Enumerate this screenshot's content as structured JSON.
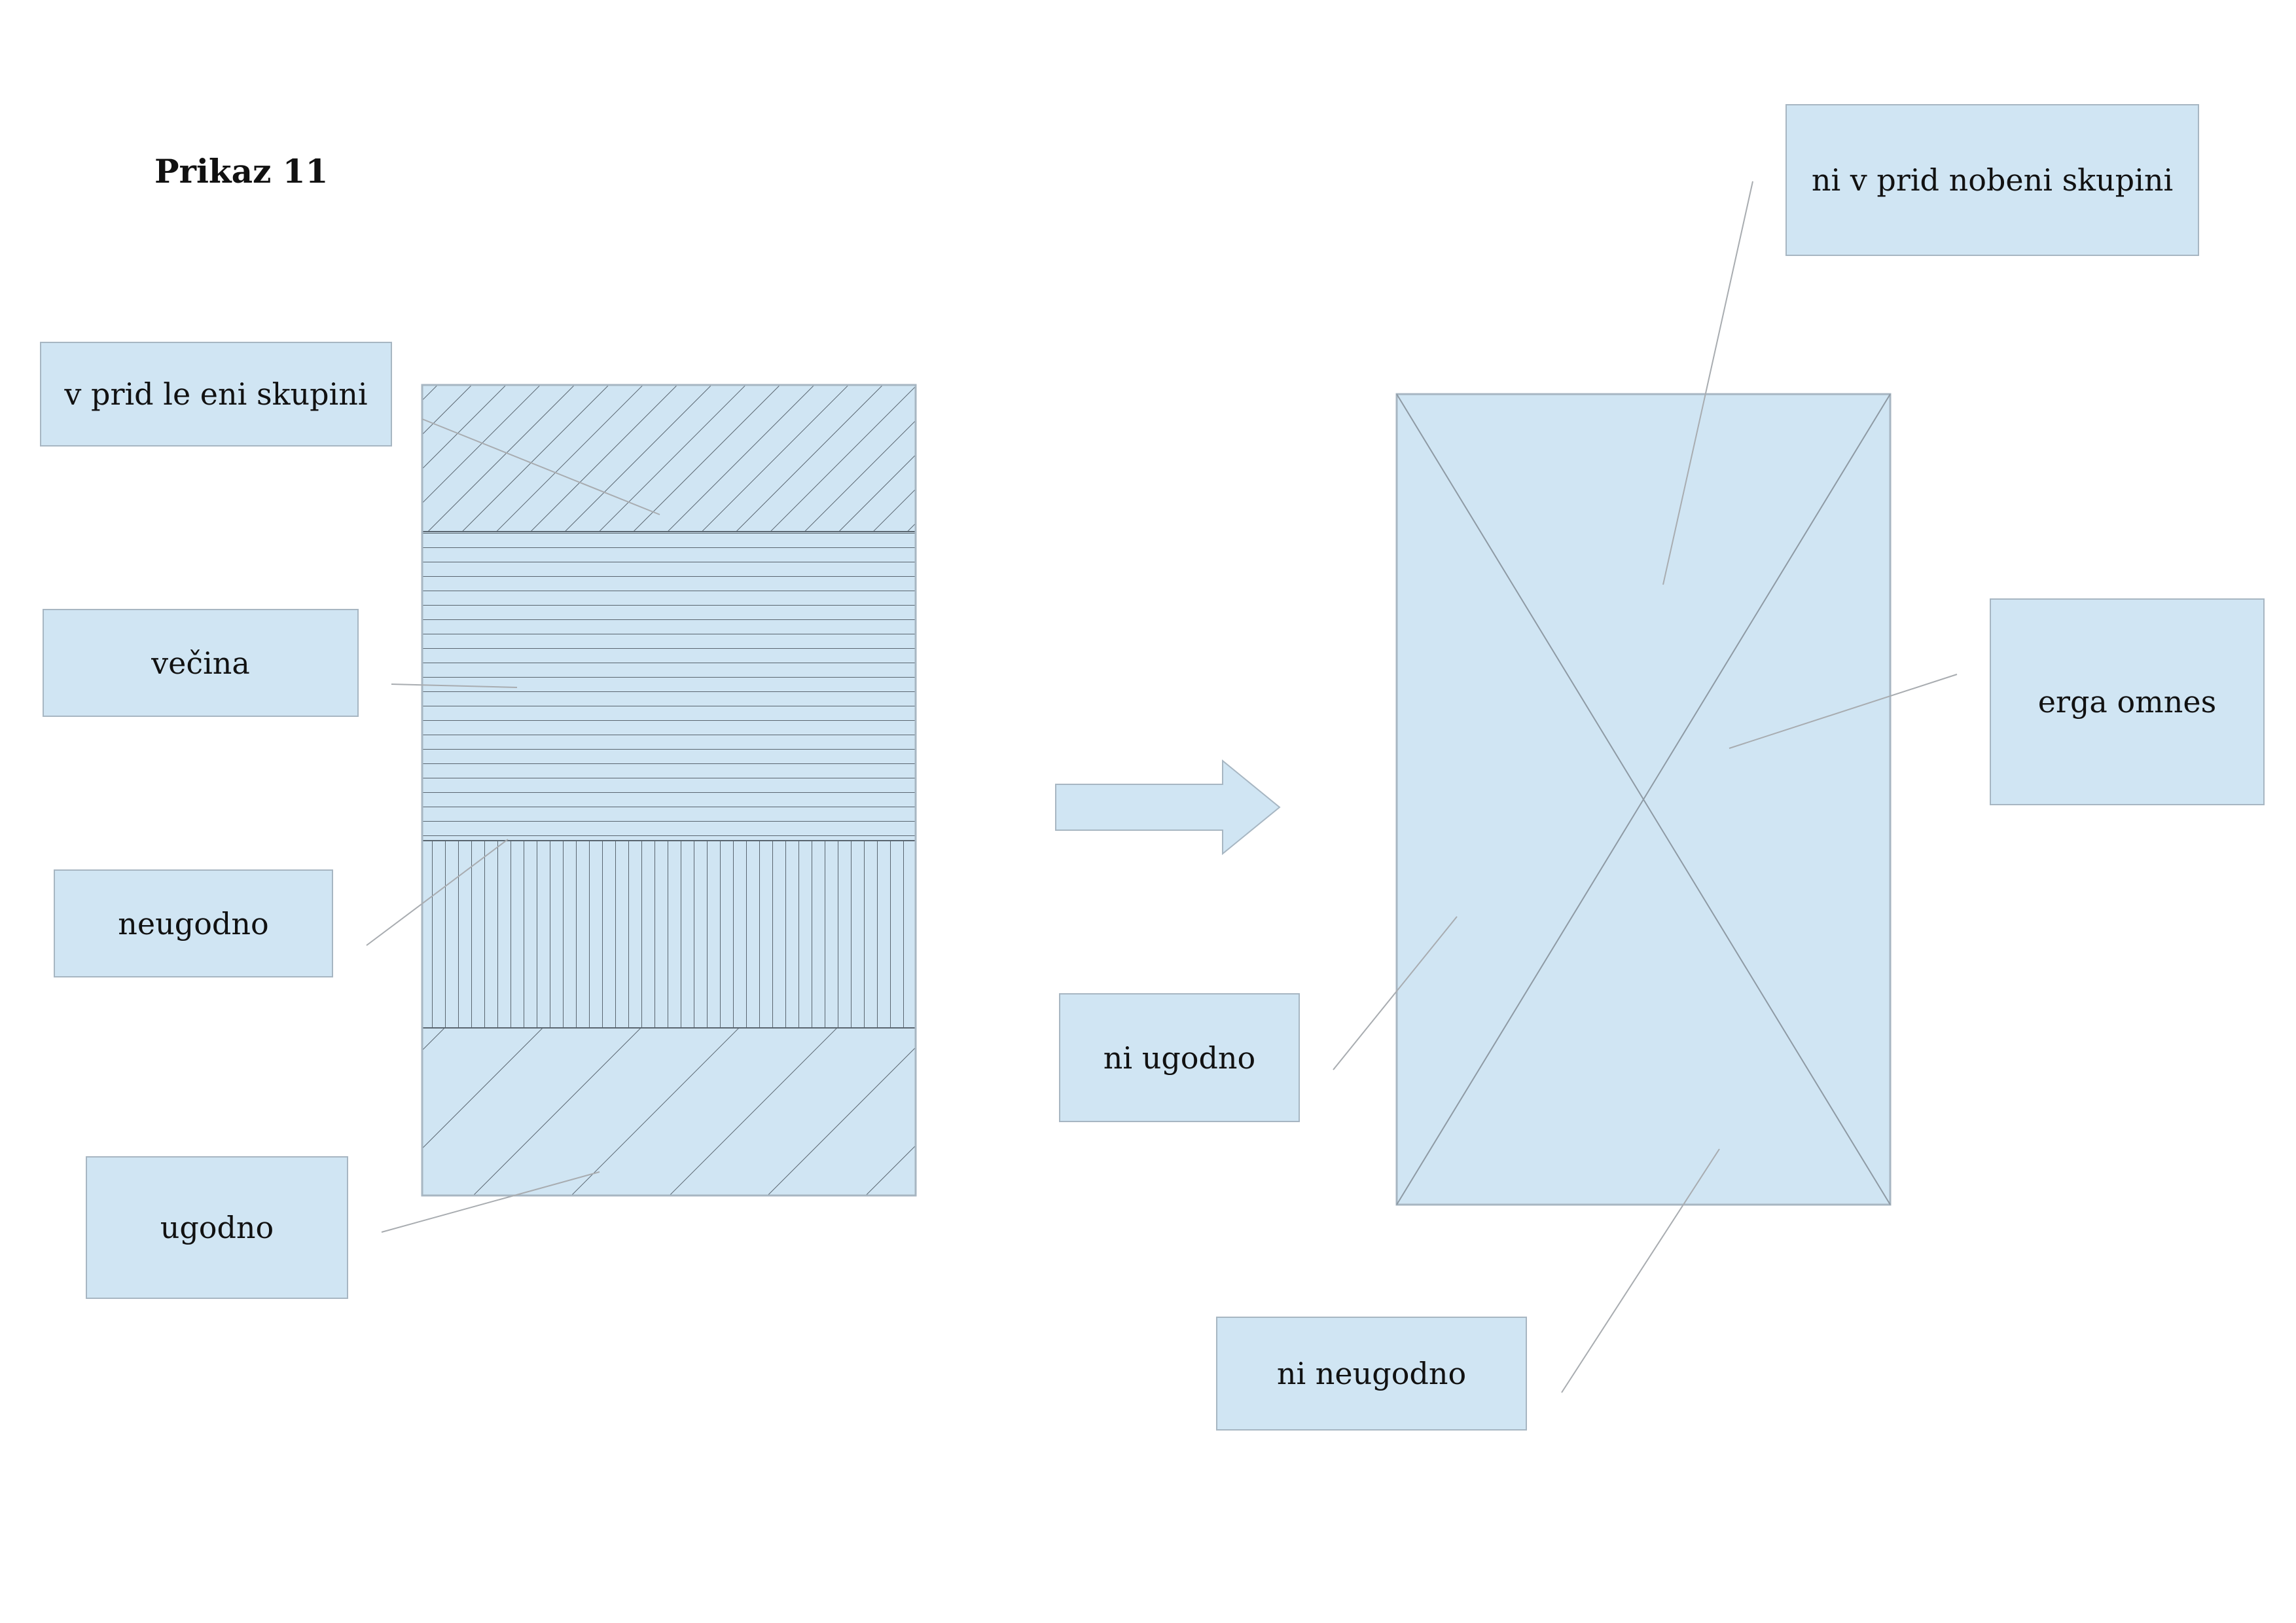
{
  "title": "Prikaz 11",
  "colors": {
    "fill": "#d0e5f3",
    "border": "#a7b6c2",
    "hatch": "#5a6670",
    "leader": "#a8acb0"
  },
  "left_block": {
    "bands": [
      "fine-diagonal-hatch",
      "horizontal-lines",
      "vertical-lines",
      "wide-diagonal-hatch"
    ],
    "labels": {
      "top": "v prid le eni skupini",
      "second": "večina",
      "third": "neugodno",
      "bottom": "ugodno"
    }
  },
  "arrow": {
    "icon": "right-arrow-icon"
  },
  "right_block": {
    "labels": {
      "top": "ni v prid nobeni skupini",
      "right": "erga omnes",
      "left": "ni ugodno",
      "bottom": "ni neugodno"
    }
  }
}
